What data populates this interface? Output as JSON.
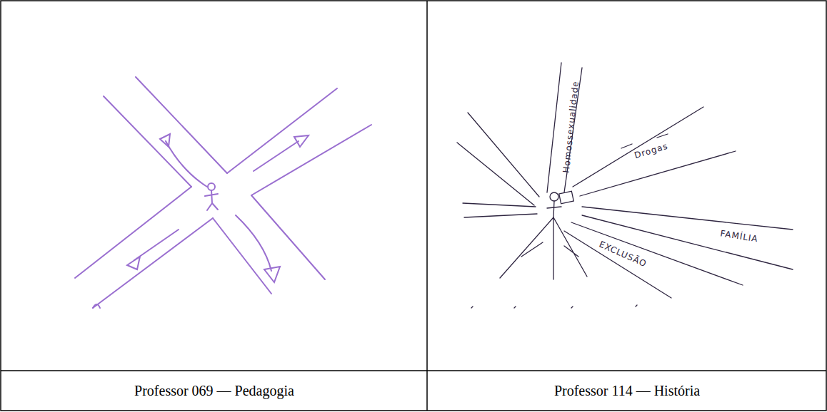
{
  "diagram": {
    "labels": [
      "Homossexualidade",
      "Drogas",
      "FAMÍLIA",
      "EXCLUSÃO",
      "Professor 069 — Pedagogia",
      "Professor 114 — História"
    ]
  }
}
